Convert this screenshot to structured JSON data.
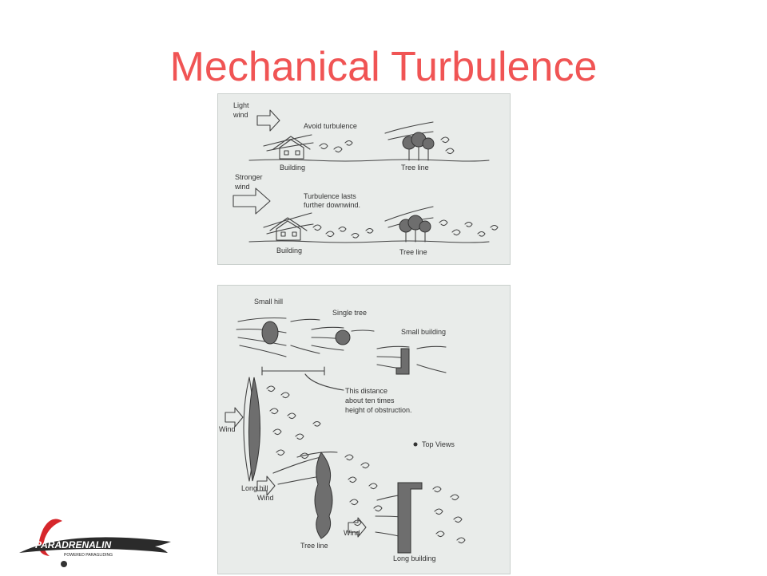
{
  "slide": {
    "title": "Mechanical Turbulence"
  },
  "top_panel": {
    "light_wind": "Light",
    "light_wind_2": "wind",
    "avoid": "Avoid turbulence",
    "building_1": "Building",
    "tree_line_1": "Tree line",
    "stronger_wind": "Stronger",
    "stronger_wind_2": "wind",
    "lasts_1": "Turbulence lasts",
    "lasts_2": "further downwind.",
    "building_2": "Building",
    "tree_line_2": "Tree line"
  },
  "bottom_panel": {
    "small_hill": "Small hill",
    "single_tree": "Single tree",
    "small_building": "Small building",
    "distance_1": "This distance",
    "distance_2": "about ten times",
    "distance_3": "height of obstruction.",
    "top_views": "Top Views",
    "wind_1": "Wind",
    "long_hill": "Long hill",
    "wind_2": "Wind",
    "tree_line": "Tree line",
    "wind_3": "Wind",
    "long_building": "Long building"
  },
  "logo": {
    "brand": "PARADRENALIN",
    "tagline": "POWERED PARAGLIDING"
  }
}
